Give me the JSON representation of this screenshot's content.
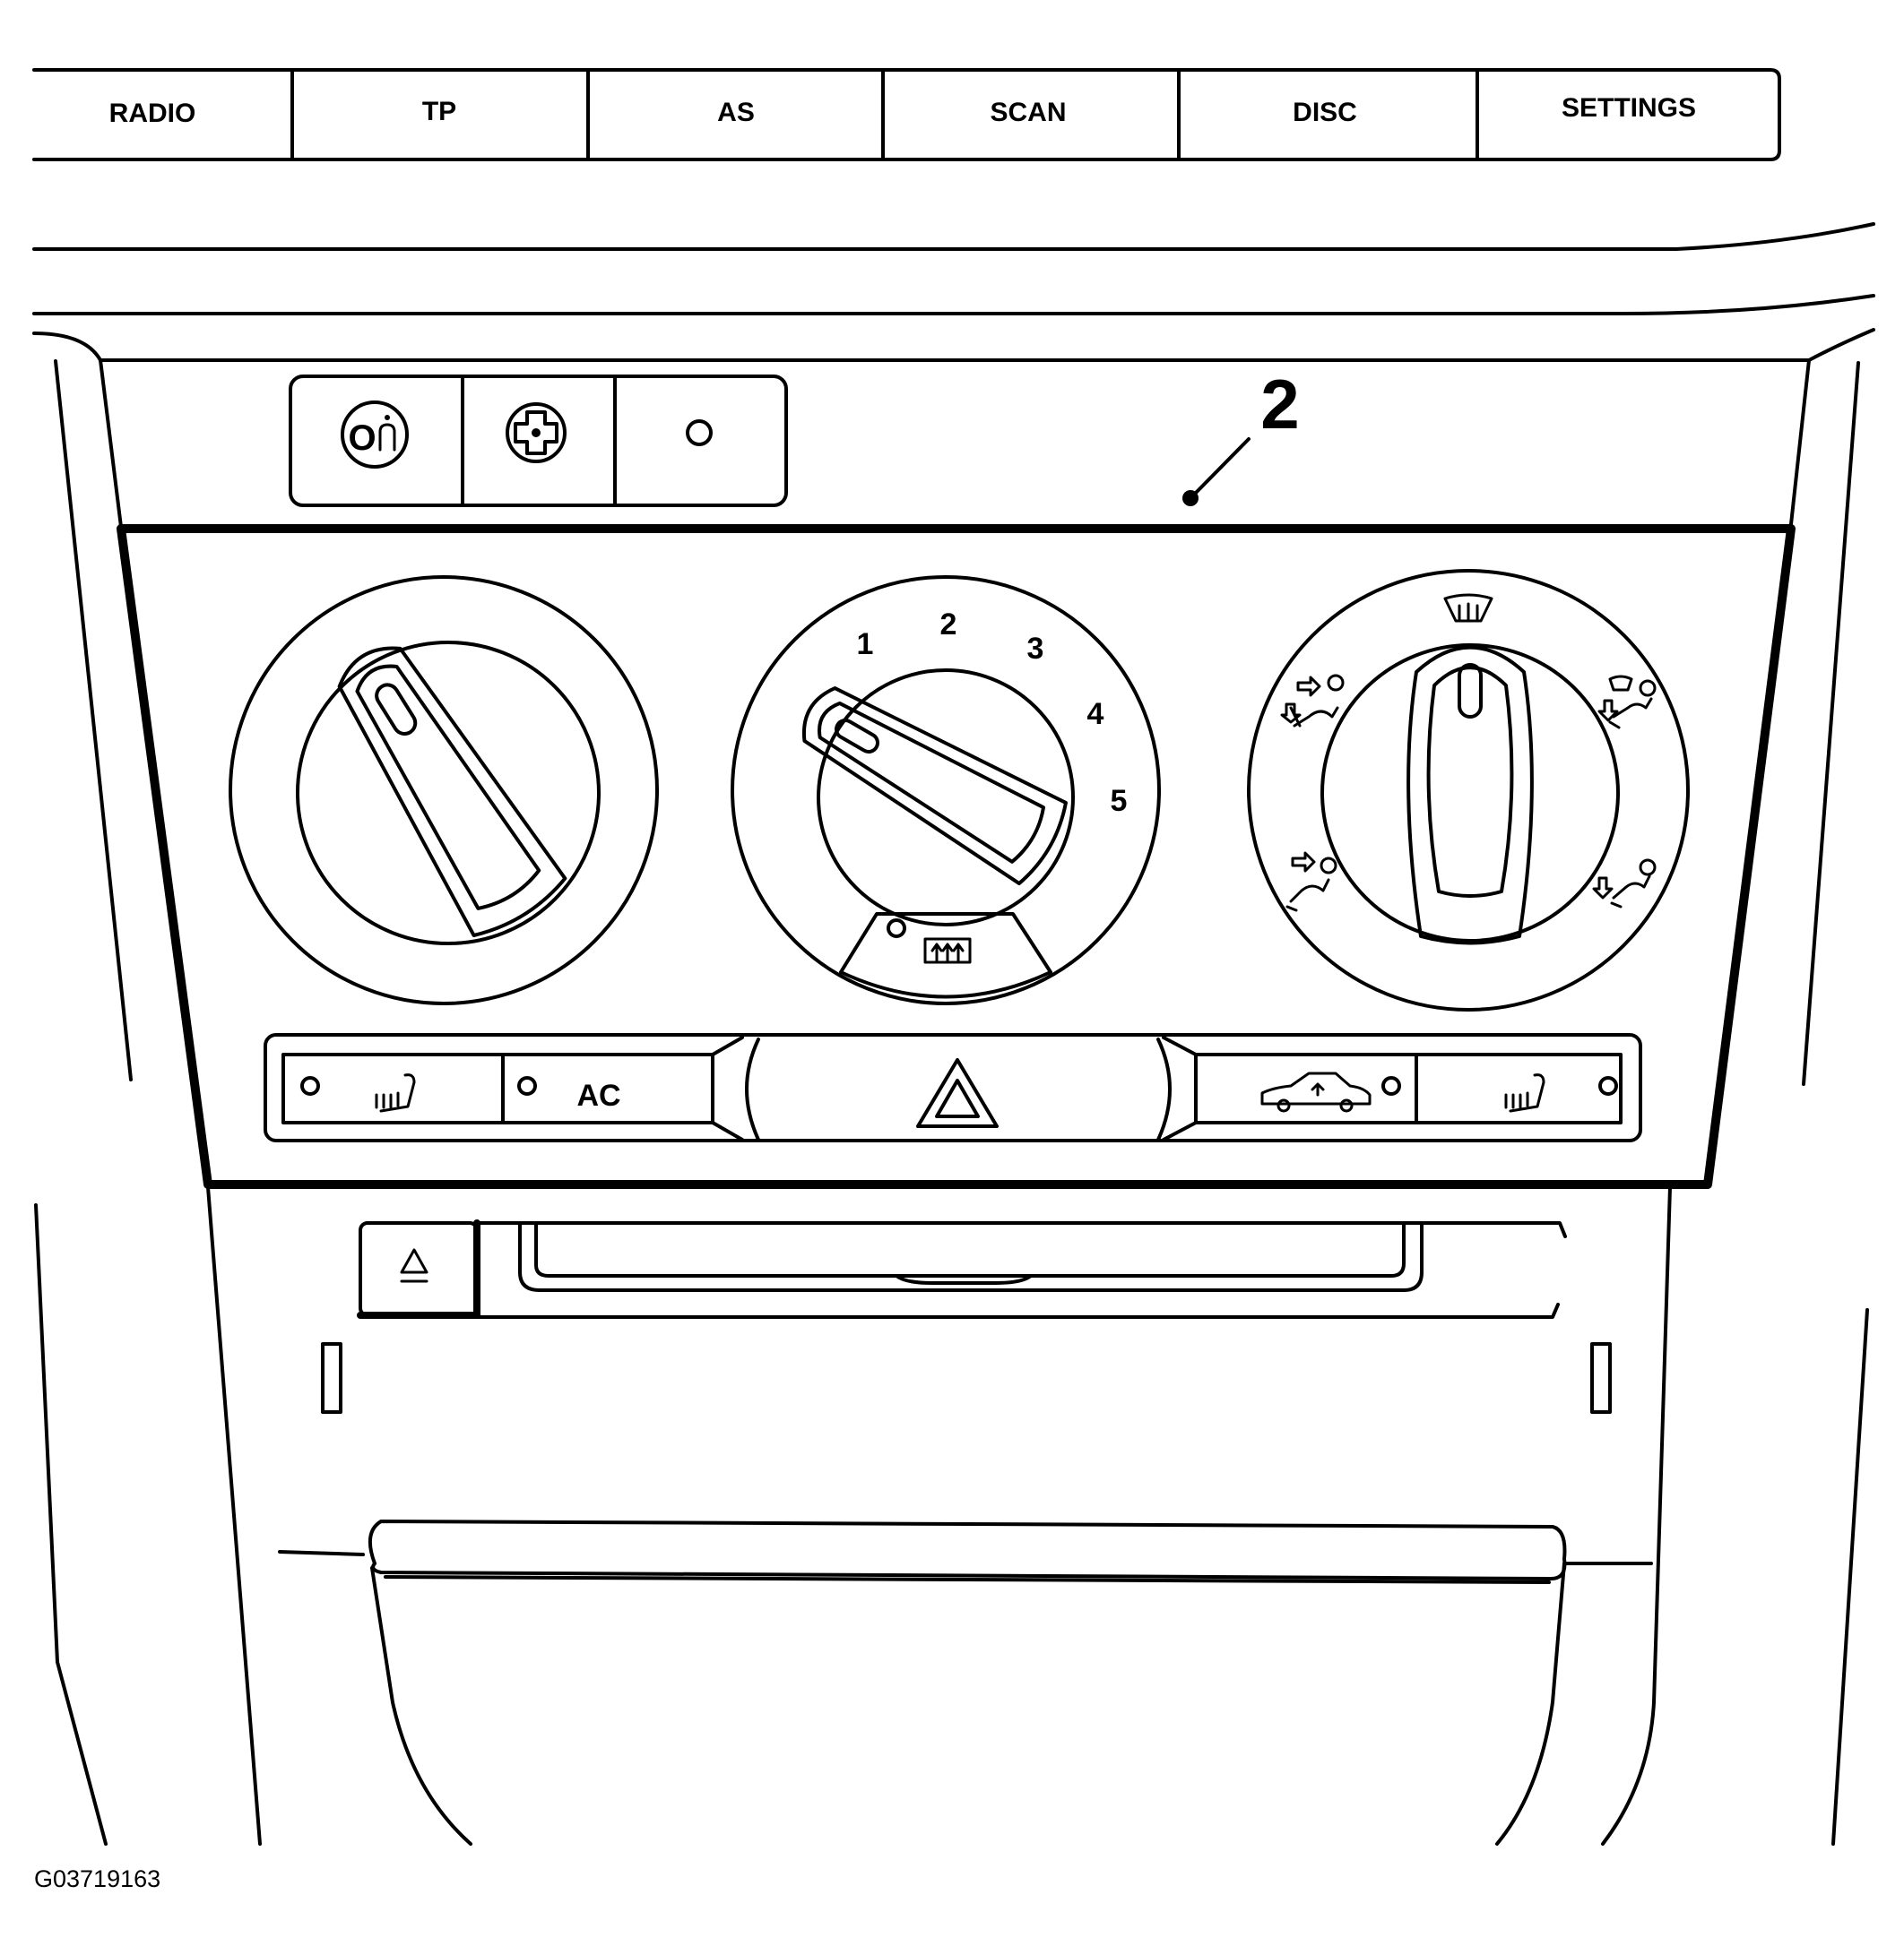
{
  "radio_strip": {
    "buttons": [
      {
        "label": "RADIO"
      },
      {
        "label": "TP"
      },
      {
        "label": "AS"
      },
      {
        "label": "SCAN"
      },
      {
        "label": "DISC"
      },
      {
        "label": "SETTINGS"
      }
    ]
  },
  "top_switches": [
    {
      "icon": "on-info-icon"
    },
    {
      "icon": "dpad-icon"
    },
    {
      "icon": "indicator-led-icon"
    }
  ],
  "callout": {
    "number": "2"
  },
  "fan_dial": {
    "speeds": [
      "1",
      "2",
      "3",
      "4",
      "5"
    ],
    "defrost_icon": "rear-defrost-icon"
  },
  "mode_dial": {
    "icons": [
      "windshield-defrost-icon",
      "face-vent-icon",
      "defrost-feet-icon",
      "face-feet-icon",
      "feet-icon"
    ]
  },
  "button_bar": {
    "left_seat_icon": "heated-seat-icon",
    "ac_label": "AC",
    "hazard_icon": "hazard-triangle-icon",
    "recirc_icon": "recirculation-car-icon",
    "right_seat_icon": "heated-seat-icon"
  },
  "eject_icon": "eject-icon",
  "figure_id": "G03719163",
  "colors": {
    "line": "#000000",
    "background": "#ffffff"
  }
}
